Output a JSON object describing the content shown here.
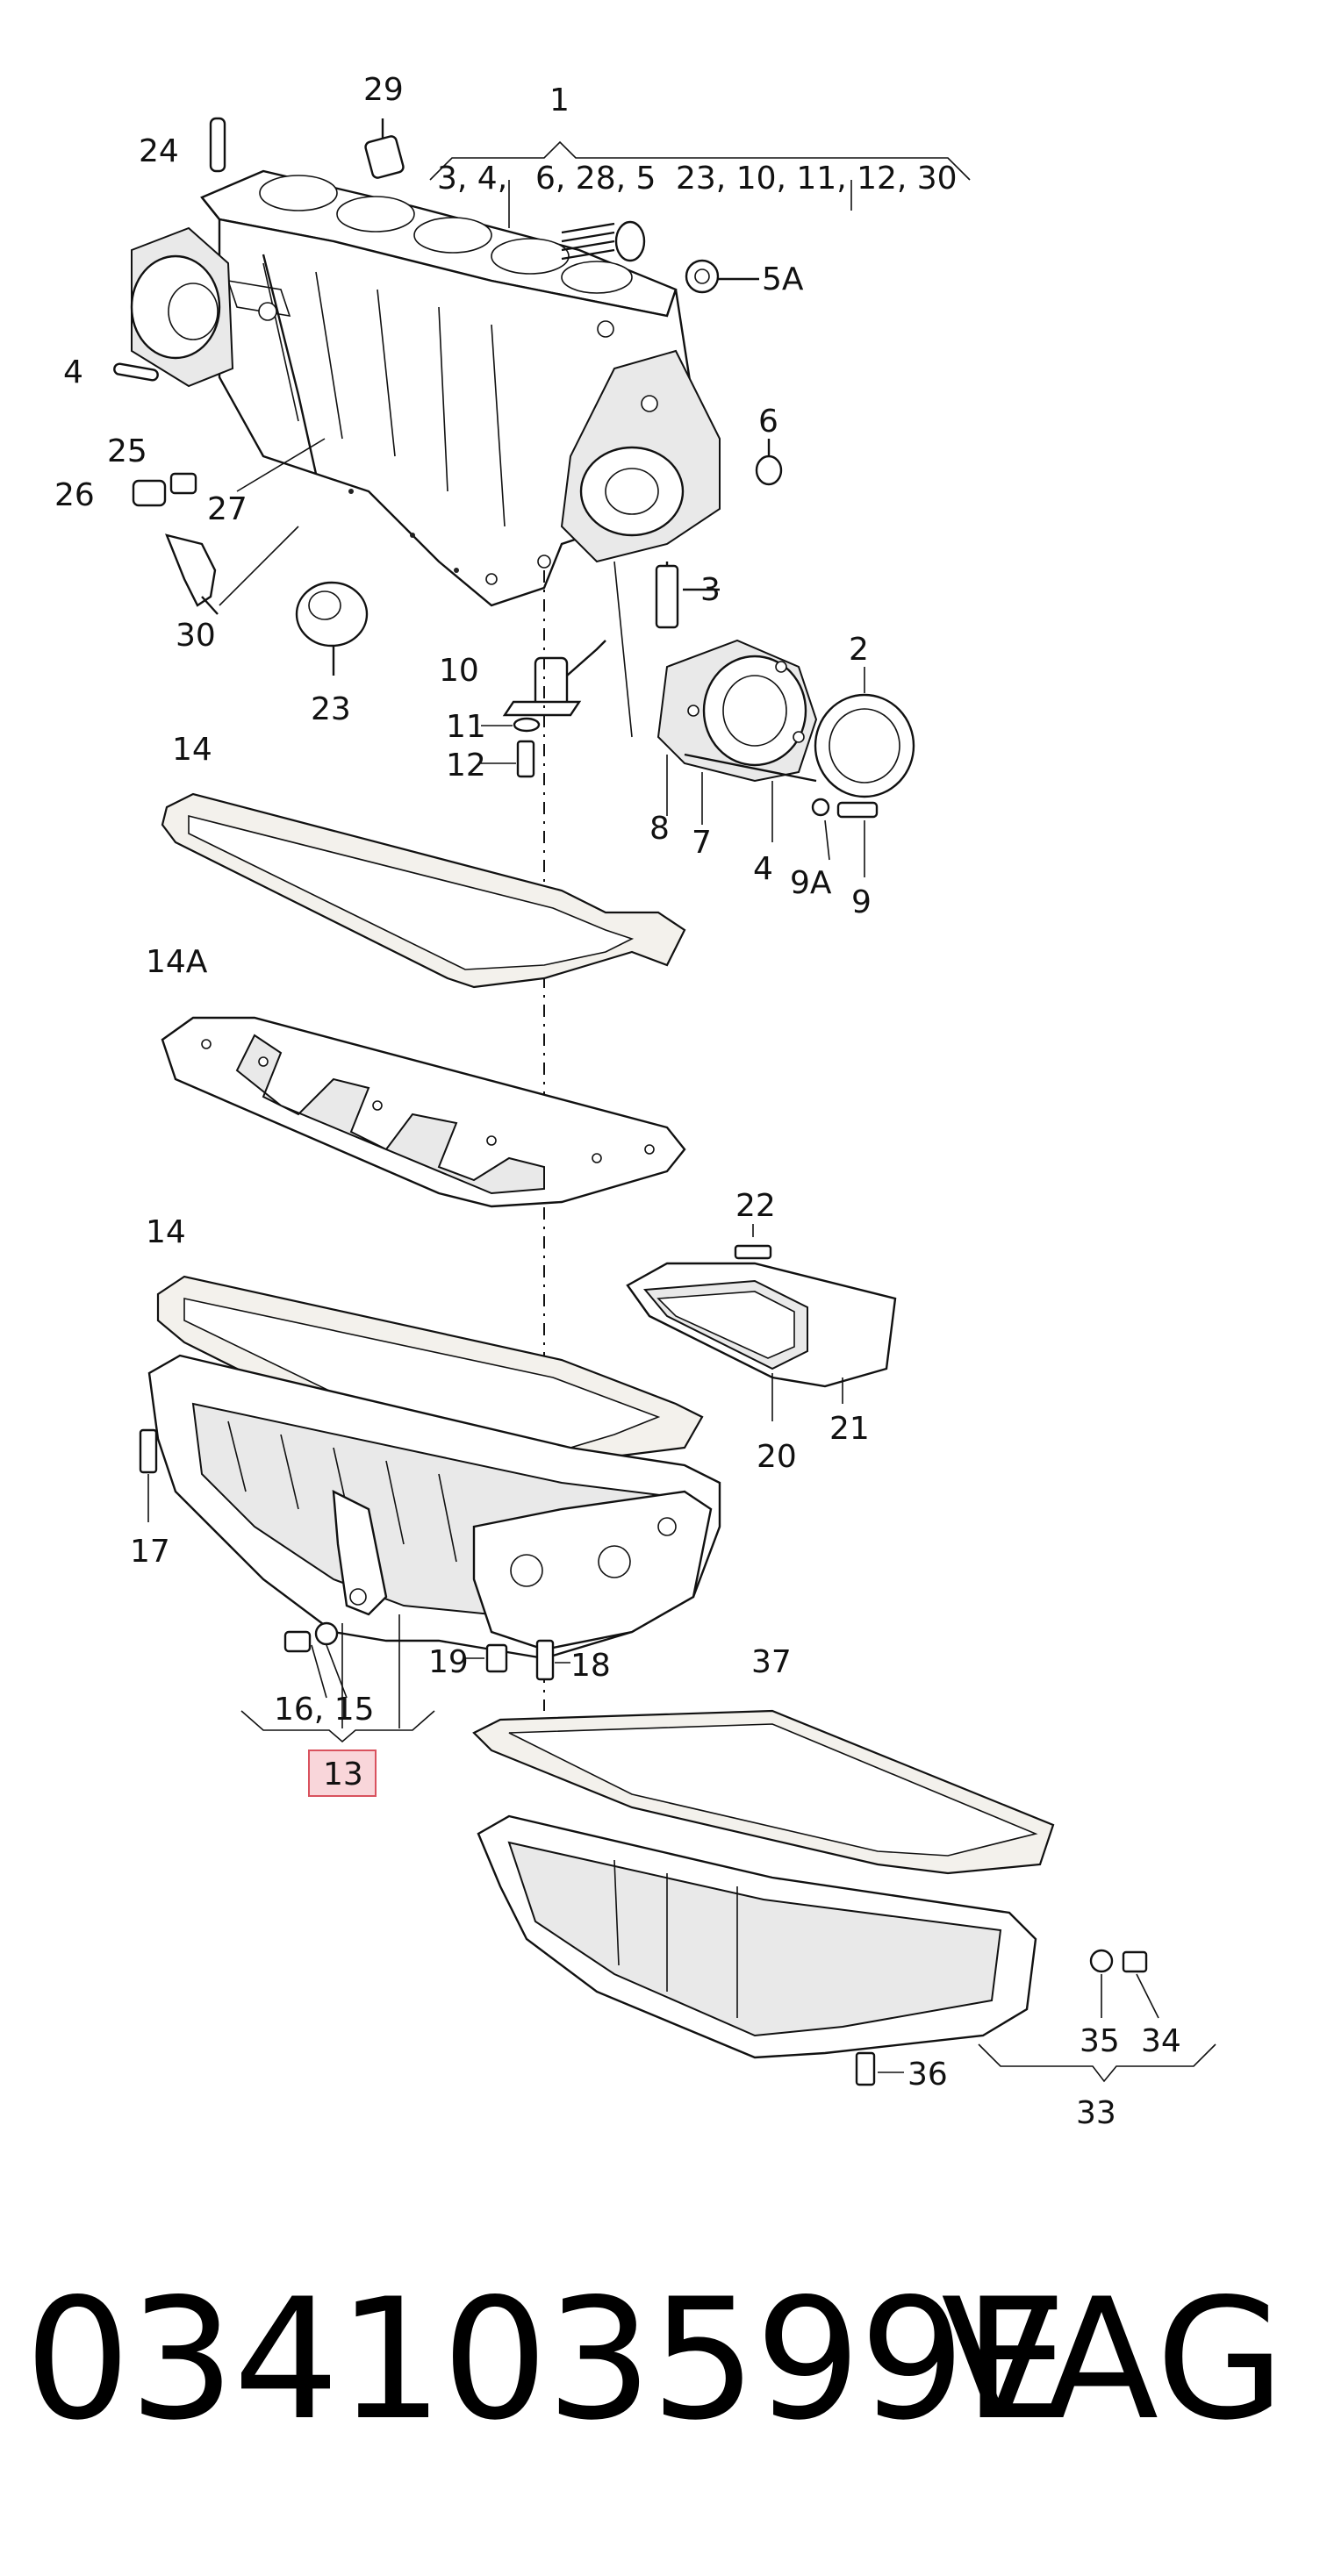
{
  "diagram": {
    "labels": {
      "p1": "1",
      "p1_list_left": "3, 4,",
      "p1_list_mid": "6, 28, 5",
      "p1_list_right": "23, 10, 11, 12, 30",
      "p2": "2",
      "p3": "3",
      "p4a": "4",
      "p4b": "4",
      "p5a": "5A",
      "p6": "6",
      "p7": "7",
      "p8": "8",
      "p9": "9",
      "p9a": "9A",
      "p10": "10",
      "p11": "11",
      "p12": "12",
      "p13": "13",
      "p14a": "14",
      "p14A": "14A",
      "p14b": "14",
      "p1516": "16, 15",
      "p17": "17",
      "p18": "18",
      "p19": "19",
      "p20": "20",
      "p21": "21",
      "p22": "22",
      "p23": "23",
      "p24": "24",
      "p25": "25",
      "p26": "26",
      "p27": "27",
      "p29": "29",
      "p30": "30",
      "p33": "33",
      "p34": "34",
      "p35": "35",
      "p36": "36",
      "p37": "37"
    },
    "highlight_color": "#f9d6da",
    "highlight_border": "#d9525e"
  },
  "footer": {
    "part_number": "034103599E",
    "brand": "VAG"
  }
}
